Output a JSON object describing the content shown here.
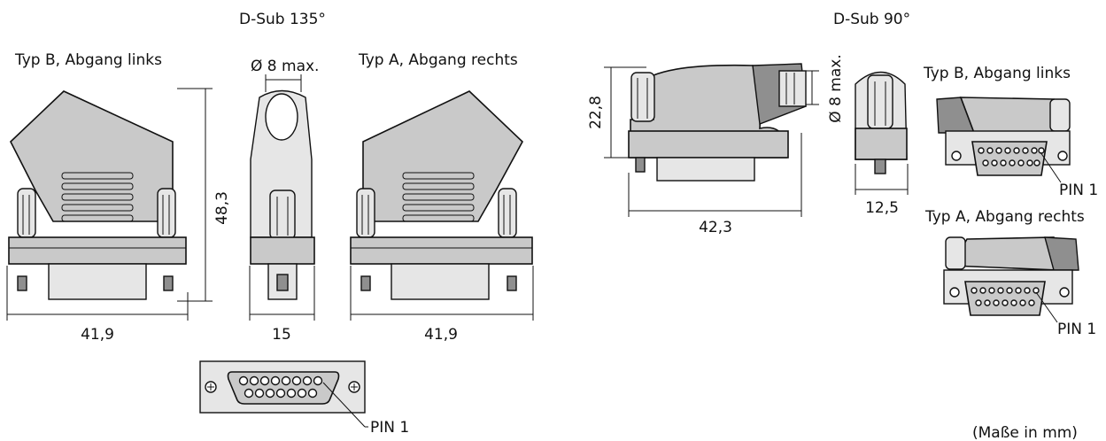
{
  "titles": {
    "left": "D-Sub 135°",
    "right": "D-Sub 90°"
  },
  "labels": {
    "typ_b_135": "Typ B, Abgang links",
    "typ_a_135": "Typ A, Abgang rechts",
    "typ_b_90": "Typ B, Abgang links",
    "typ_a_90": "Typ A, Abgang rechts",
    "pin1_front": "PIN 1",
    "pin1_typ_b_90": "PIN 1",
    "pin1_typ_a_90": "PIN 1",
    "units": "(Maße in mm)"
  },
  "dimensions": {
    "dia_135": "Ø 8 max.",
    "height_135": "48,3",
    "width_b_135": "41,9",
    "width_side_135": "15",
    "width_a_135": "41,9",
    "height_90": "22,8",
    "dia_90": "Ø 8 max.",
    "width_90": "42,3",
    "width_side_90": "12,5"
  }
}
